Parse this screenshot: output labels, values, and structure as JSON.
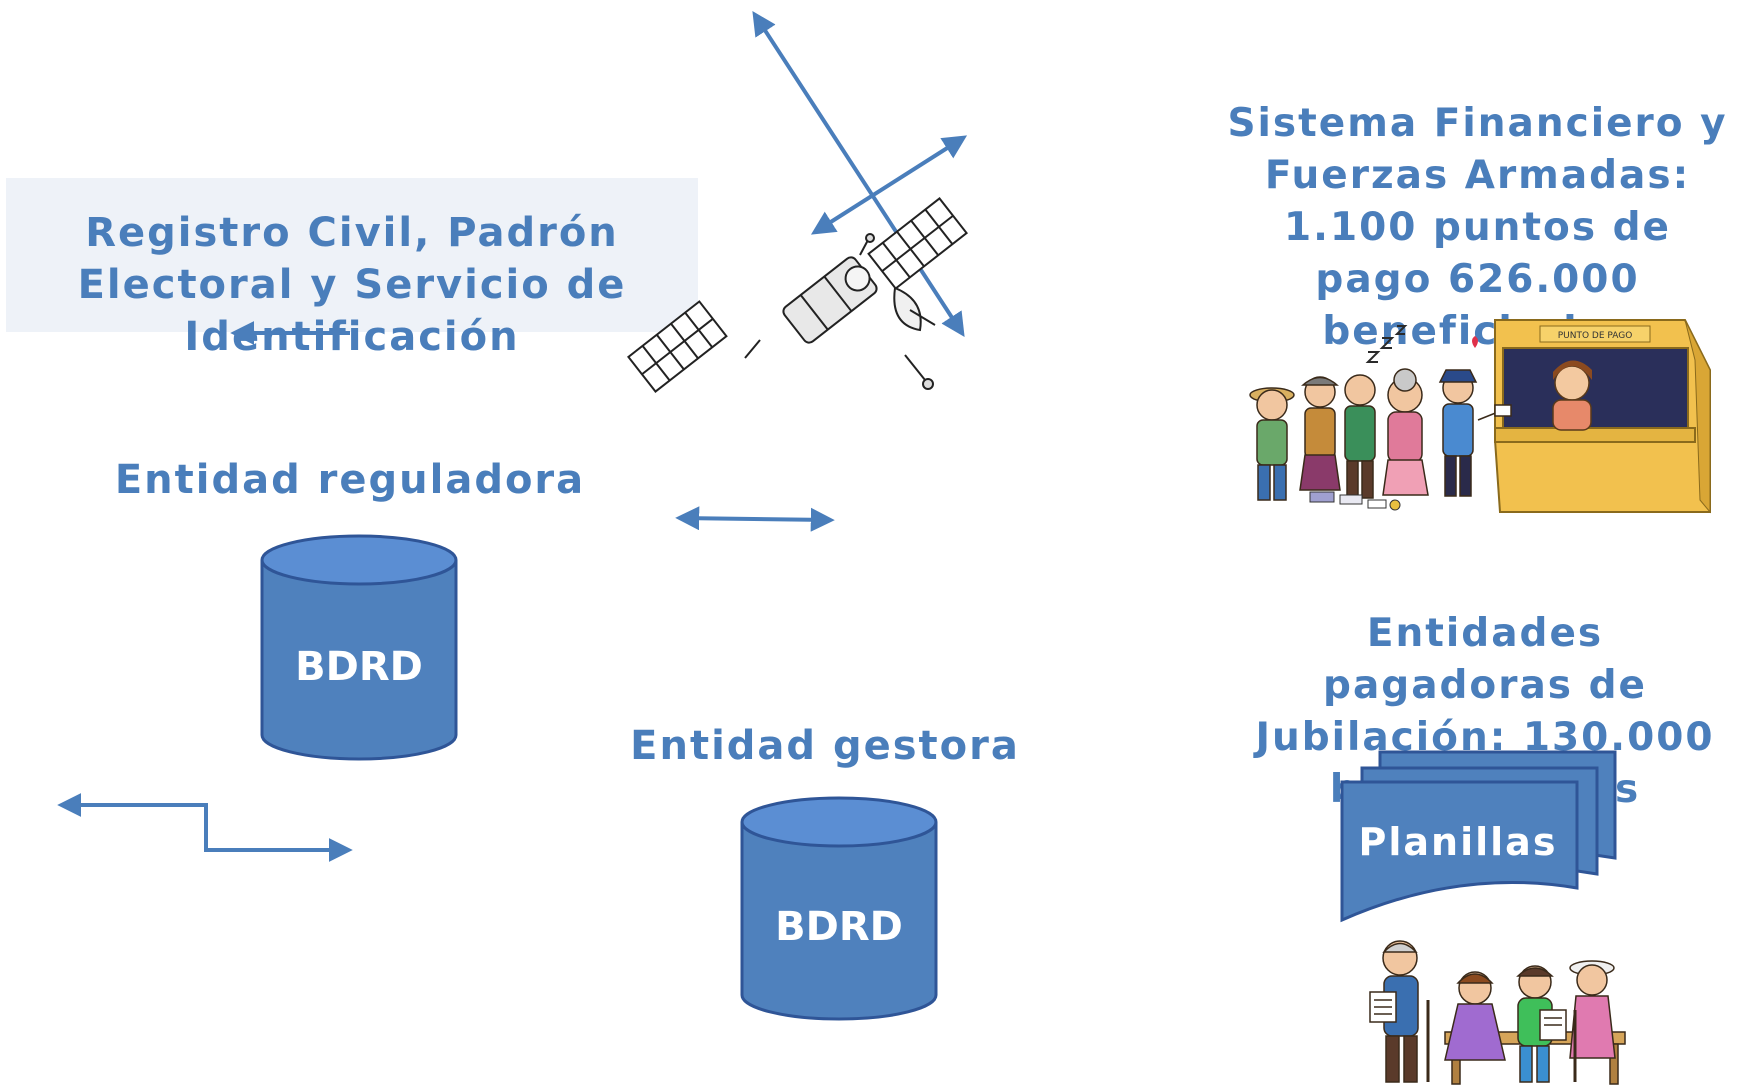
{
  "labels": {
    "registro": "Registro Civil, Padrón Electoral y Servicio de Identificación",
    "reguladora": "Entidad reguladora",
    "gestora": "Entidad gestora",
    "financiero": "Sistema Financiero y Fuerzas Armadas: 1.100 puntos de pago 626.000 beneficiarios",
    "pagadoras": "Entidades pagadoras de Jubilación: 130.000 beneficiarios"
  },
  "databases": {
    "reguladora_db": "BDRD",
    "gestora_db": "BDRD"
  },
  "documents": {
    "planillas": "Planillas"
  },
  "booth": {
    "sign": "PUNTO DE PAGO"
  },
  "colors": {
    "accent": "#4a7ebb",
    "cylinder": "#4f81bd",
    "cylinder_stroke": "#2f5597",
    "label_box": "#eef2f8"
  },
  "icons": [
    "satellite-icon",
    "payment-booth-illustration",
    "elderly-group-illustration"
  ]
}
